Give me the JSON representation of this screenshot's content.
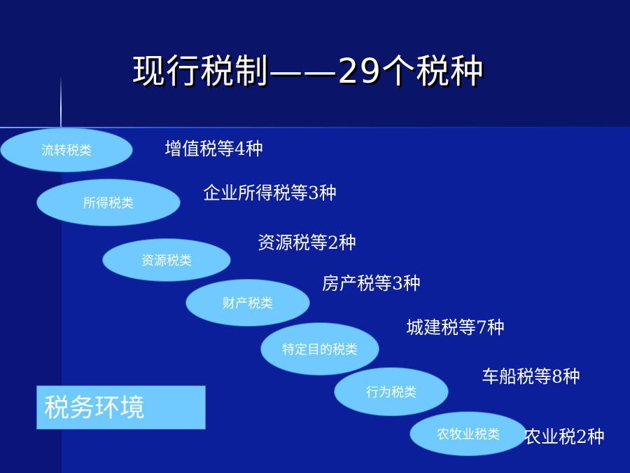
{
  "slide": {
    "title": "现行税制——29个税种",
    "categories": [
      {
        "label": "流转税类",
        "count_text": "增值税等4种"
      },
      {
        "label": "所得税类",
        "count_text": "企业所得税等3种"
      },
      {
        "label": "资源税类",
        "count_text": "资源税等2种"
      },
      {
        "label": "财产税类",
        "count_text": "房产税等3种"
      },
      {
        "label": "特定目的税类",
        "count_text": "城建税等7种"
      },
      {
        "label": "行为税类",
        "count_text": "车船税等8种"
      },
      {
        "label": "农牧业税类",
        "count_text": "农业税2种"
      }
    ],
    "environment_label": "税务环境"
  },
  "colors": {
    "background": "#0B1F9A",
    "header_band": "#0A1468",
    "ellipse_fill": "#6FCBFF",
    "text": "#FFFFFF"
  }
}
